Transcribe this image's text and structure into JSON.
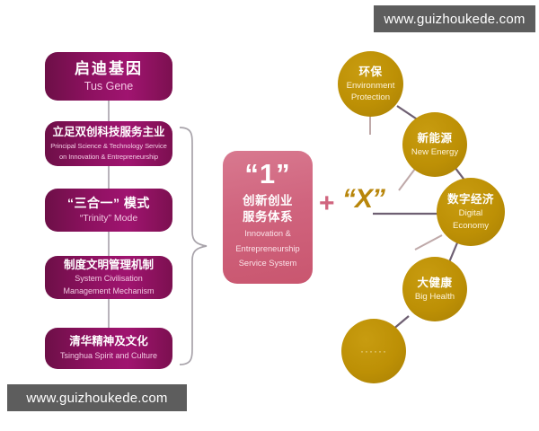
{
  "watermarks": {
    "top": "www.guizhoukede.com",
    "bottom": "www.guizhoukede.com"
  },
  "left_column": {
    "boxes": [
      {
        "cn": "启迪基因",
        "en": "Tus Gene"
      },
      {
        "cn": "立足双创科技服务主业",
        "en_line1": "Principal Science & Technology Service",
        "en_line2": "on Innovation & Entrepreneurship"
      },
      {
        "cn": "“三合一” 模式",
        "en": "“Trinity” Mode"
      },
      {
        "cn": "制度文明管理机制",
        "en_line1": "System Civilisation",
        "en_line2": "Management Mechanism"
      },
      {
        "cn": "清华精神及文化",
        "en": "Tsinghua Spirit and Culture"
      }
    ]
  },
  "center": {
    "number": "“1”",
    "cn_line1": "创新创业",
    "cn_line2": "服务体系",
    "en_line1": "Innovation &",
    "en_line2": "Entrepreneurship",
    "en_line3": "Service System"
  },
  "operators": {
    "plus": "+",
    "x": "“X”"
  },
  "circles": [
    {
      "cn": "环保",
      "en_line1": "Environment",
      "en_line2": "Protection"
    },
    {
      "cn": "新能源",
      "en_line1": "New Energy",
      "en_line2": ""
    },
    {
      "cn": "数字经济",
      "en_line1": "Digital",
      "en_line2": "Economy"
    },
    {
      "cn": "大健康",
      "en_line1": "Big Health",
      "en_line2": ""
    },
    {
      "cn": "",
      "en_line1": "",
      "en_line2": "",
      "dots": "······"
    }
  ],
  "colors": {
    "box_magenta": "#8d1160",
    "center_pink": "#d0647e",
    "circle_gold": "#bd9005",
    "connector_gray": "#b9b3bb",
    "link_purple": "#6e5f72",
    "watermark_bg": "#5d5d5d"
  }
}
